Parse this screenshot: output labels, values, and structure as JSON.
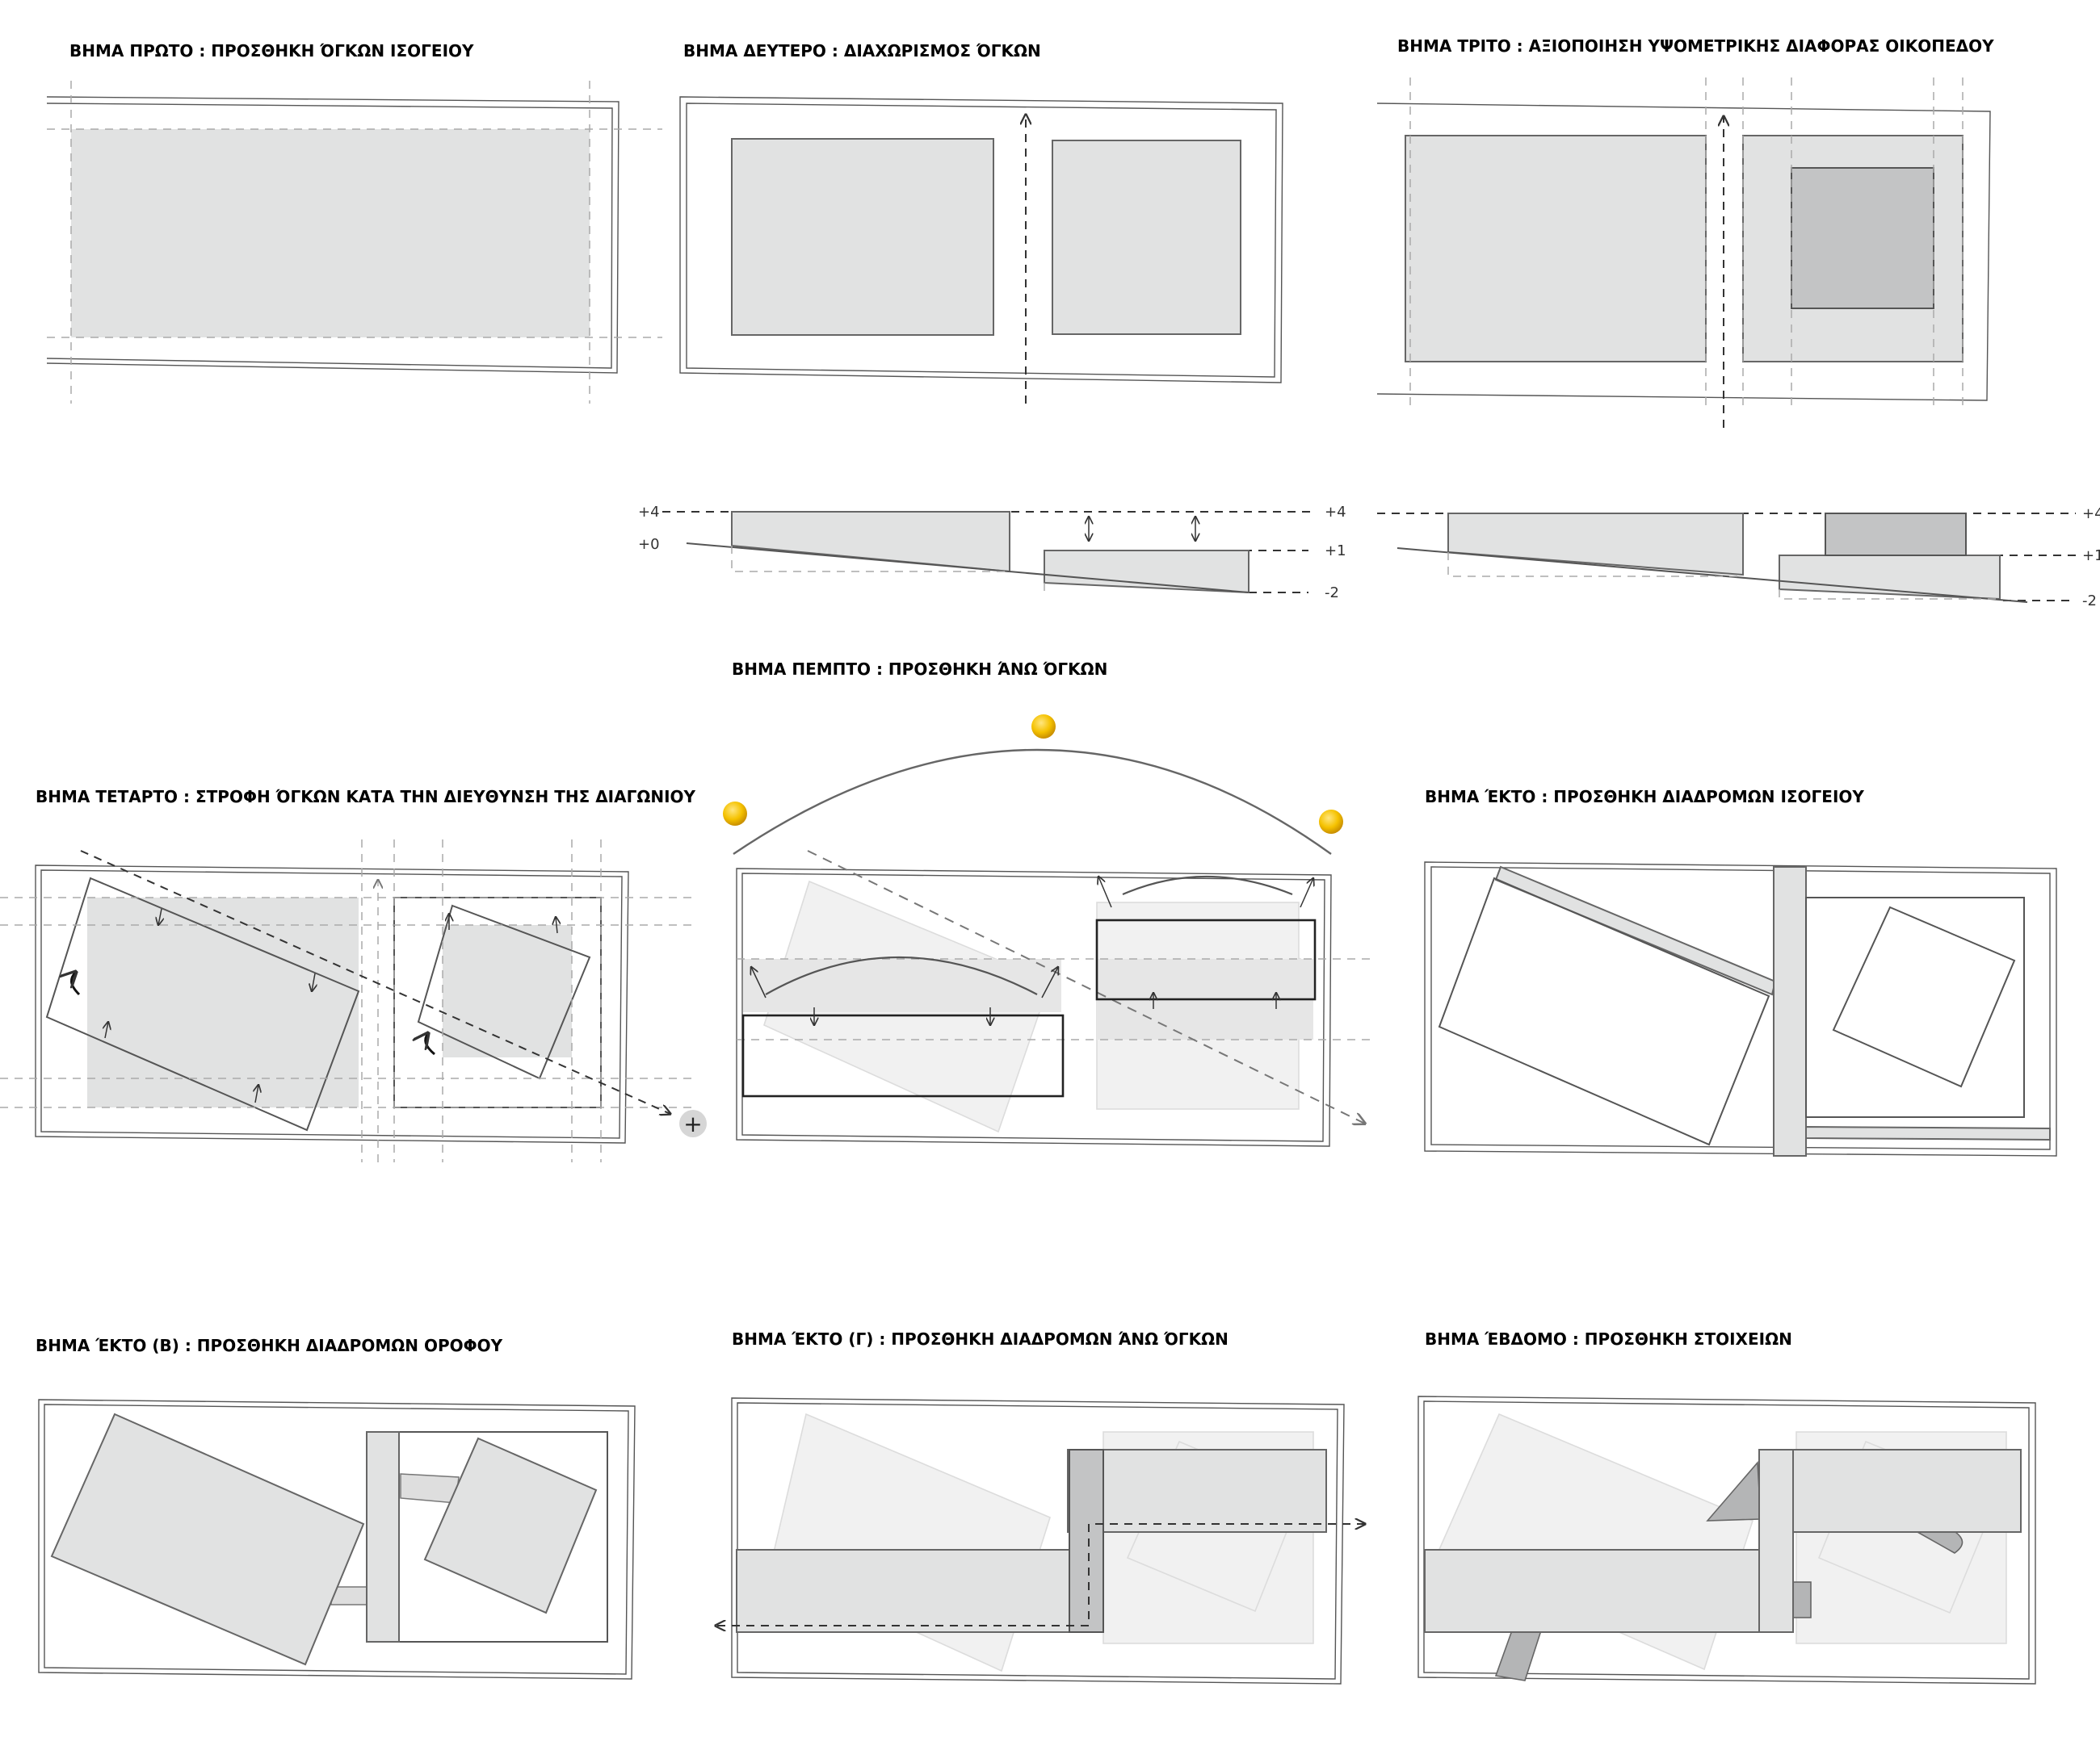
{
  "labels": {
    "step1": "ΒΗΜΑ ΠΡΩΤΟ : ΠΡΟΣΘΗΚΗ ΌΓΚΩΝ ΙΣΟΓΕΙΟΥ",
    "step2": "ΒΗΜΑ ΔΕΥΤΕΡΟ : ΔΙΑΧΩΡΙΣΜΟΣ ΌΓΚΩΝ",
    "step3": "ΒΗΜΑ ΤΡΙΤΟ : ΑΞΙΟΠΟΙΗΣΗ ΥΨΟΜΕΤΡΙΚΗΣ ΔΙΑΦΟΡΑΣ ΟΙΚΟΠΕΔΟΥ",
    "step4": "ΒΗΜΑ ΤΕΤΑΡΤΟ : ΣΤΡΟΦΗ ΌΓΚΩΝ ΚΑΤΑ ΤΗΝ ΔΙΕΥΘΥΝΣΗ ΤΗΣ ΔΙΑΓΩΝΙΟΥ",
    "step5": "ΒΗΜΑ ΠΕΜΠΤΟ : ΠΡΟΣΘΗΚΗ ΆΝΩ ΌΓΚΩΝ",
    "step6": "ΒΗΜΑ ΈΚΤΟ : ΠΡΟΣΘΗΚΗ ΔΙΑΔΡΟΜΩΝ ΙΣΟΓΕΙΟΥ",
    "step6b": "ΒΗΜΑ ΈΚΤΟ (Β) : ΠΡΟΣΘΗΚΗ ΔΙΑΔΡΟΜΩΝ ΟΡΟΦΟΥ",
    "step6c": "ΒΗΜΑ ΈΚΤΟ (Γ) : ΠΡΟΣΘΗΚΗ ΔΙΑΔΡΟΜΩΝ ΆΝΩ ΌΓΚΩΝ",
    "step7": "ΒΗΜΑ ΈΒΔΟΜΟ : ΠΡΟΣΘΗΚΗ ΣΤΟΙΧΕΙΩΝ"
  },
  "levels": {
    "plus4": "+4",
    "plus0": "+0",
    "plus1": "+1",
    "minus2": "-2"
  },
  "icons": {
    "sun": "sun-icon",
    "plus": "+"
  },
  "colors": {
    "volume": "#e1e2e2",
    "volume_dark": "#c3c4c5",
    "sun": "#f5c200"
  }
}
